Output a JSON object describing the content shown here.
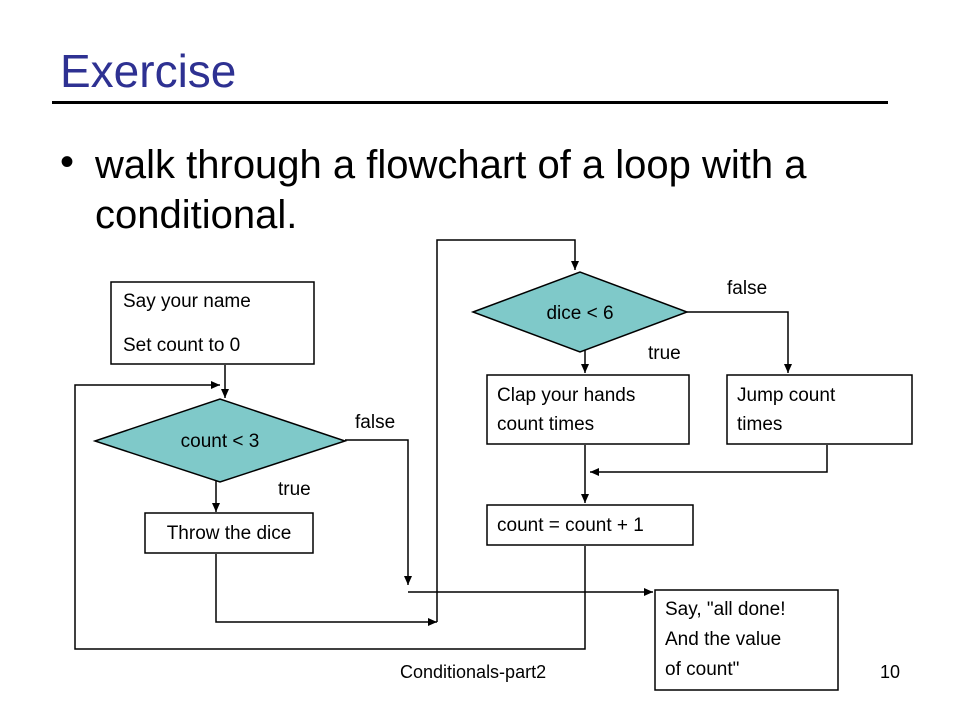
{
  "slide": {
    "title": "Exercise",
    "bullet": "walk through a flowchart of a loop with a conditional.",
    "footer_center": "Conditionals-part2",
    "page_number": "10"
  },
  "flowchart": {
    "nodes": {
      "start": [
        "Say your name",
        "Set count to 0"
      ],
      "cond_count": "count < 3",
      "throw": "Throw the dice",
      "cond_dice": "dice < 6",
      "clap": [
        "Clap your hands",
        "count times"
      ],
      "jump": [
        "Jump count",
        "times"
      ],
      "increment": "count = count + 1",
      "done": [
        "Say, \"all done!",
        "And the value",
        "of count\""
      ]
    },
    "edge_labels": {
      "count_true": "true",
      "count_false": "false",
      "dice_true": "true",
      "dice_false": "false"
    },
    "colors": {
      "diamond_fill": "#7fc9c9",
      "title": "#2e3192"
    }
  }
}
